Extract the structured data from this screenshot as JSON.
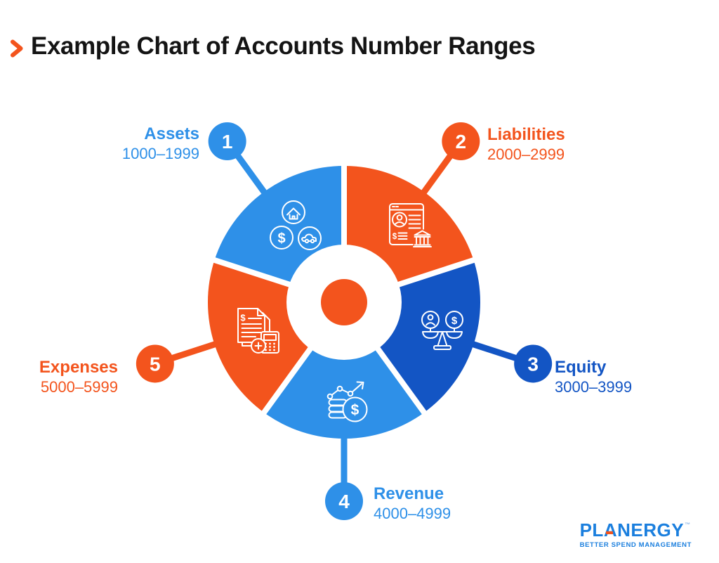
{
  "title": {
    "text": "Example Chart of Accounts Number Ranges",
    "accent_color": "#F3541D",
    "text_color": "#141414",
    "chevron_icon": "chevron-right-icon"
  },
  "chart_data": {
    "type": "pie",
    "subtype": "donut-infographic",
    "title": "Example Chart of Accounts Number Ranges",
    "legend_position": "around",
    "grid": false,
    "center_dot_color": "#F3541D",
    "segments": [
      {
        "number": "1",
        "name": "Assets",
        "range": "1000–1999",
        "value_pct": 20,
        "color": "#2E90E8",
        "start_angle": 90,
        "end_angle": 162,
        "mid_angle": 126,
        "icon": "house-dollar-car-icon"
      },
      {
        "number": "2",
        "name": "Liabilities",
        "range": "2000–2999",
        "value_pct": 20,
        "color": "#F3541D",
        "start_angle": 18,
        "end_angle": 90,
        "mid_angle": 54,
        "icon": "invoice-bank-icon"
      },
      {
        "number": "3",
        "name": "Equity",
        "range": "3000–3999",
        "value_pct": 20,
        "color": "#1355C4",
        "start_angle": -54,
        "end_angle": 18,
        "mid_angle": -18,
        "icon": "balance-scale-icon"
      },
      {
        "number": "4",
        "name": "Revenue",
        "range": "4000–4999",
        "value_pct": 20,
        "color": "#2E90E8",
        "start_angle": 234,
        "end_angle": 306,
        "mid_angle": 270,
        "icon": "coins-growth-arrow-icon"
      },
      {
        "number": "5",
        "name": "Expenses",
        "range": "5000–5999",
        "value_pct": 20,
        "color": "#F3541D",
        "start_angle": 162,
        "end_angle": 234,
        "mid_angle": 198,
        "icon": "invoice-calculator-icon"
      }
    ]
  },
  "logo": {
    "name": "PLANERGY",
    "tm": "™",
    "tagline": "BETTER SPEND MANAGEMENT",
    "color": "#1B7FDE",
    "accent": "#F3541D"
  }
}
